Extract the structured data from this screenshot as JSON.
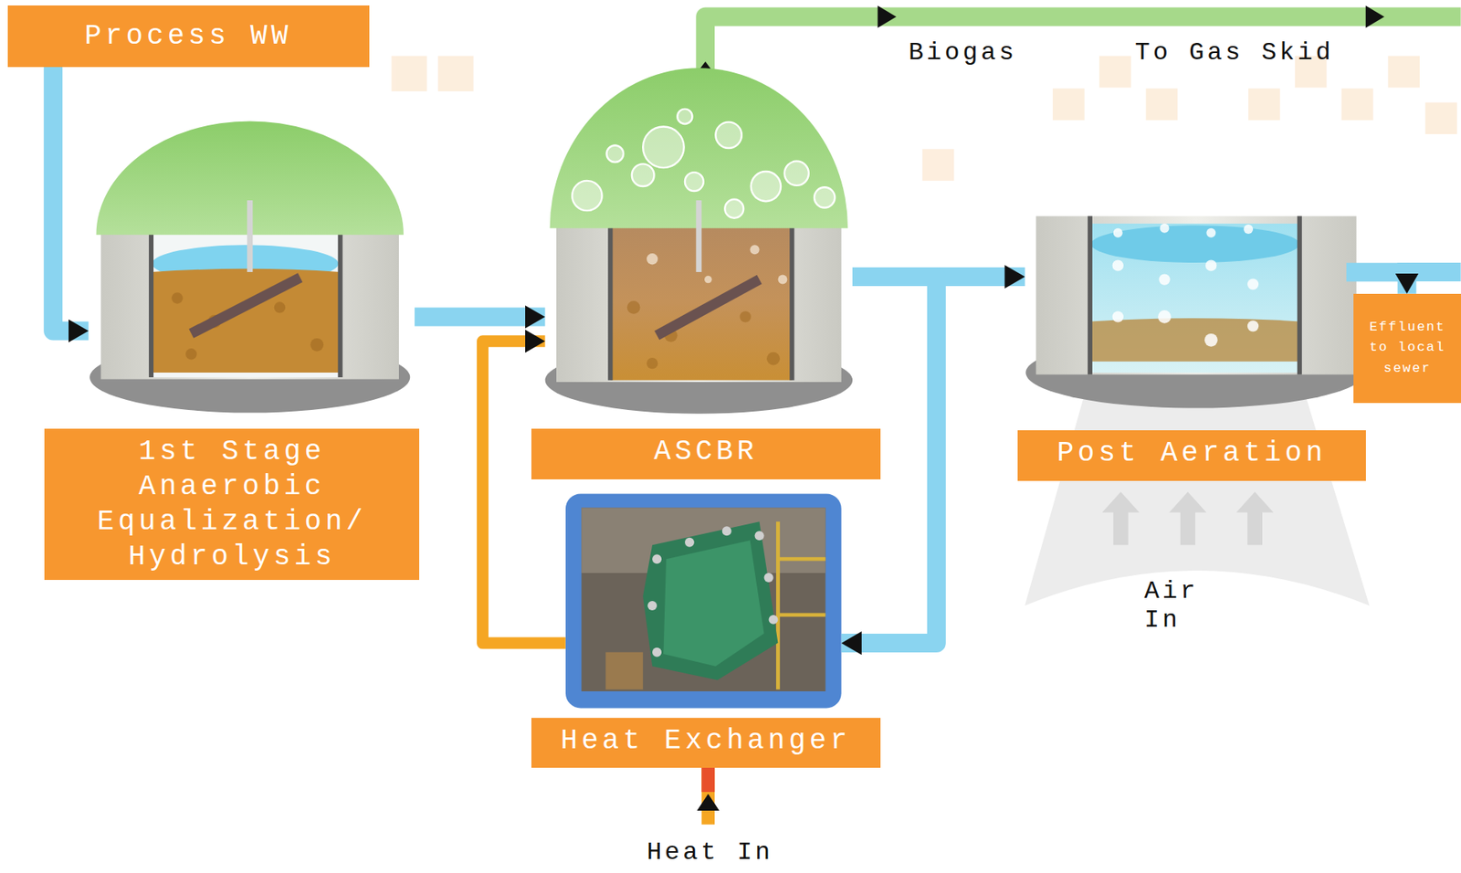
{
  "diagram": {
    "nodes": [
      {
        "text": [
          "Process WW"
        ]
      },
      {
        "text": [
          "1st Stage Anaerobic Equalization/ Hydrolysis"
        ]
      },
      {
        "text": [
          "ASCBR"
        ]
      },
      {
        "text": [
          "Post Aeration"
        ]
      },
      {
        "text": [
          "Heat Exchanger"
        ]
      },
      {
        "text": [
          "Effluent to local sewer"
        ]
      }
    ],
    "edges": [
      {
        "from": 0,
        "to": 1,
        "arrow": "to"
      },
      {
        "from": 1,
        "to": 2,
        "arrow": "to"
      },
      {
        "from": 2,
        "to": 3,
        "arrow": "to"
      },
      {
        "from": 2,
        "to": 4,
        "arrow": "to"
      },
      {
        "from": 4,
        "to": 2,
        "arrow": "to"
      },
      {
        "from": 3,
        "to": 5,
        "arrow": "to"
      }
    ],
    "labels": [
      "Biogas",
      "To Gas Skid",
      "Air In",
      "Heat In"
    ]
  }
}
